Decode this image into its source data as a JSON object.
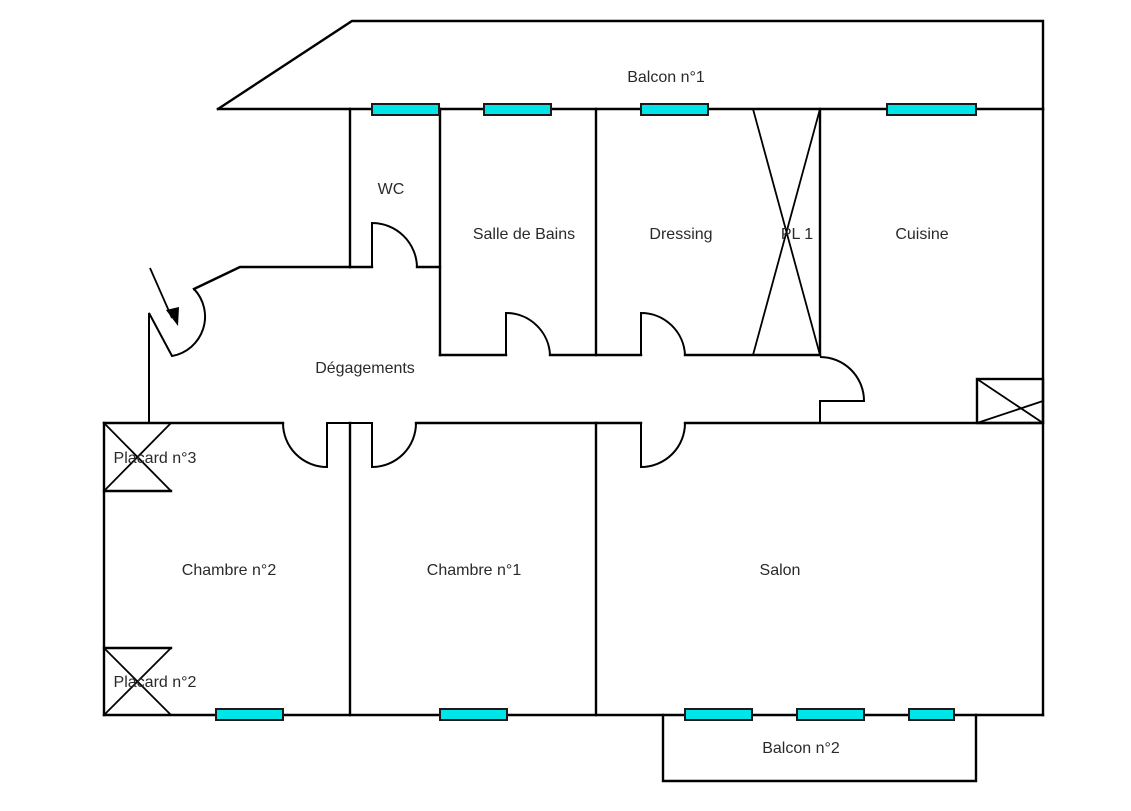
{
  "plan": {
    "colors": {
      "wall": "#000000",
      "window_fill": "#00e5e8",
      "window_stroke": "#1a1a1a",
      "label": "#2a2a2a",
      "background": "#ffffff"
    },
    "rooms": {
      "balcon1": "Balcon n°1",
      "wc": "WC",
      "salle_de_bains": "Salle de Bains",
      "dressing": "Dressing",
      "pl1": "PL 1",
      "cuisine": "Cuisine",
      "degagements": "Dégagements",
      "placard3": "Placard n°3",
      "chambre2": "Chambre n°2",
      "chambre1": "Chambre n°1",
      "salon": "Salon",
      "placard2": "Placard n°2",
      "balcon2": "Balcon n°2"
    },
    "symbols": {
      "entrance": "entrance-arrow",
      "window": "window",
      "door": "door-swing",
      "closet": "closet-cross"
    }
  }
}
